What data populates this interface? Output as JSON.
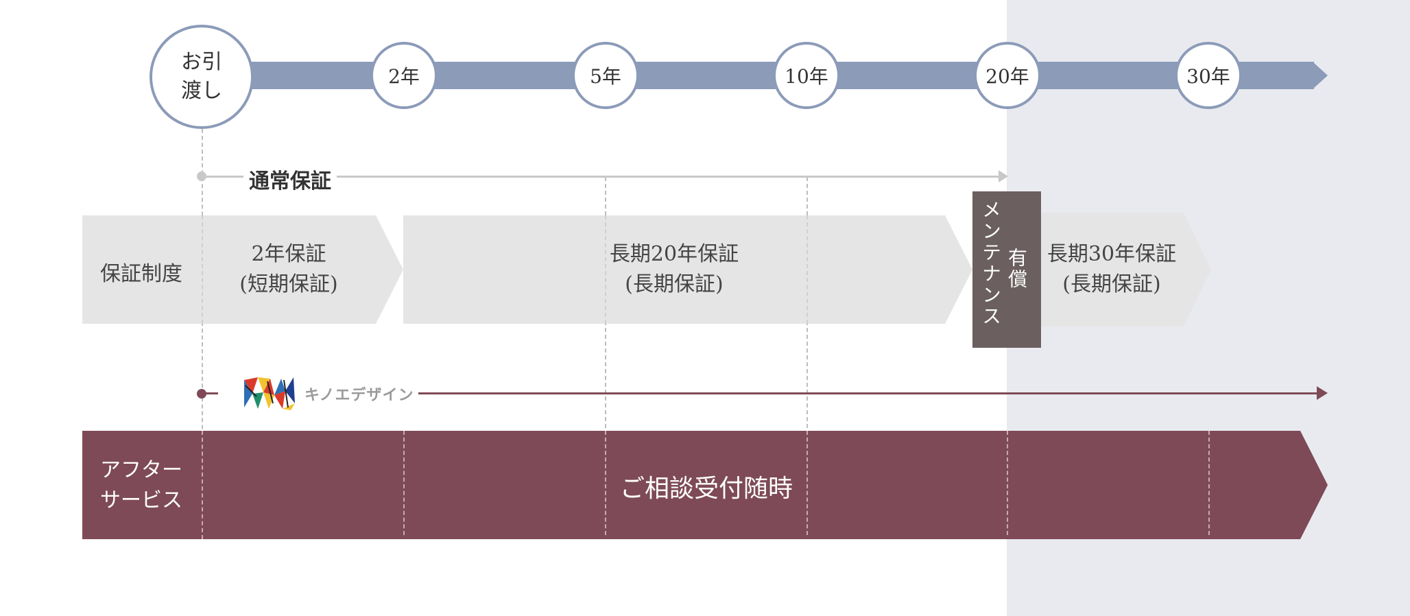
{
  "timeline": {
    "start_label_line1": "お引",
    "start_label_line2": "渡し",
    "milestones": [
      "2年",
      "5年",
      "10年",
      "20年",
      "30年"
    ]
  },
  "standard_warranty": {
    "label": "通常保証"
  },
  "warranty_system": {
    "row_label": "保証制度",
    "segments": [
      {
        "title": "2年保証",
        "subtitle": "(短期保証)"
      },
      {
        "title": "長期20年保証",
        "subtitle": "(長期保証)"
      },
      {
        "title": "長期30年保証",
        "subtitle": "(長期保証)"
      }
    ],
    "maintenance": {
      "col1": "メンテナンス",
      "col2": "有償"
    }
  },
  "company": {
    "logo_text": "キノエデザイン"
  },
  "after_service": {
    "row_label_line1": "アフター",
    "row_label_line2": "サービス",
    "center_text": "ご相談受付随時"
  },
  "colors": {
    "timeline": "#8b9bb8",
    "after_service": "#7e4a57",
    "warranty_fill": "#e5e5e5",
    "maintenance": "#6b5f5f",
    "shade": "#e9eaef"
  },
  "icons": [
    "company-logo-icon"
  ]
}
